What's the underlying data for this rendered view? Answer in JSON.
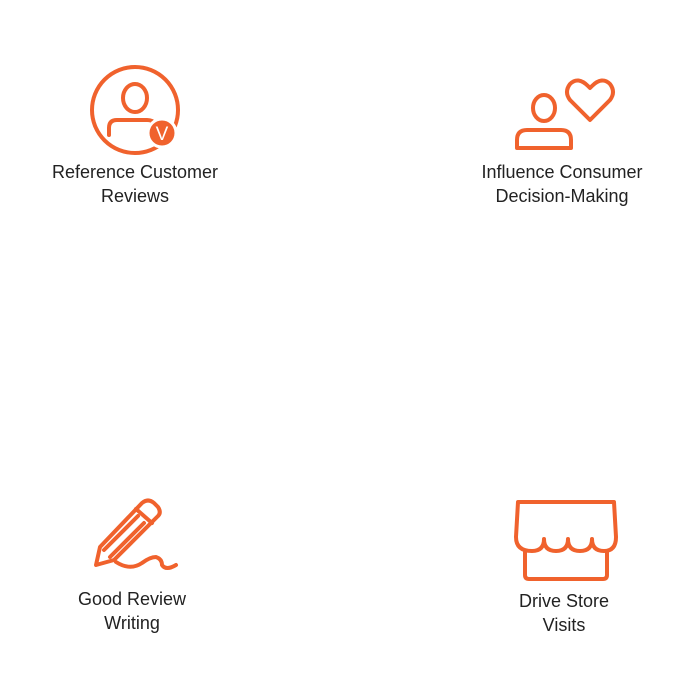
{
  "accent_color": "#f0622d",
  "features": [
    {
      "icon": "verified-user-icon",
      "badge": "V",
      "line1": "Reference Customer",
      "line2": "Reviews"
    },
    {
      "icon": "user-heart-icon",
      "line1": "Influence Consumer",
      "line2": "Decision-Making"
    },
    {
      "icon": "pencil-signature-icon",
      "line1": "Good Review",
      "line2": "Writing"
    },
    {
      "icon": "storefront-icon",
      "line1": "Drive Store",
      "line2": "Visits"
    }
  ]
}
